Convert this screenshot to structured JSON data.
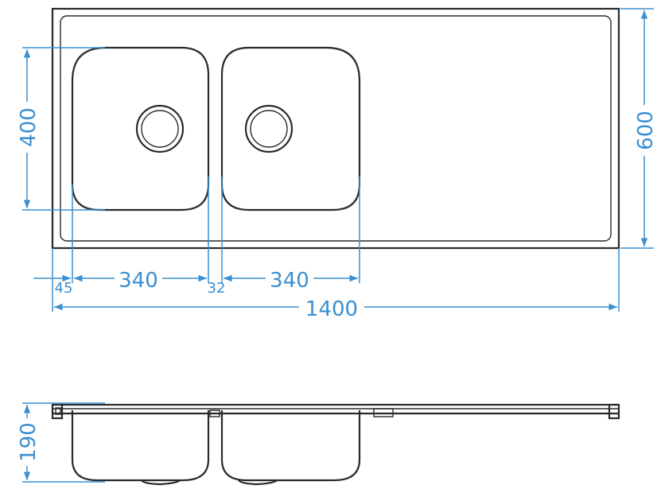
{
  "dimensions": {
    "overall_width": "1400",
    "depth": "600",
    "bowl_length": "400",
    "bowl1_width": "340",
    "bowl2_width": "340",
    "left_margin": "45",
    "bowl_gap": "32",
    "bowl_height": "190"
  },
  "colors": {
    "outline": "#2a2a2a",
    "dimension": "#3a8fd0",
    "background": "#ffffff"
  }
}
